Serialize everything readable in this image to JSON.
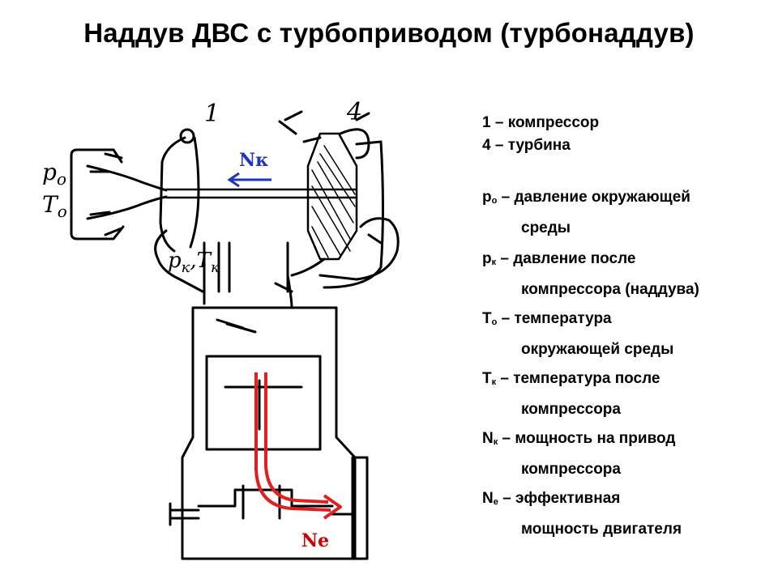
{
  "title": "Наддув ДВС с турбоприводом (турбонаддув)",
  "diagram": {
    "labels": {
      "one": "1",
      "four": "4",
      "p0": "p",
      "p0_sub": "o",
      "t0": "T",
      "t0_sub": "o",
      "pk": "p",
      "pk_sub": "к",
      "tk": "T",
      "tk_sub": "к",
      "nk": "Nк",
      "ne": "Ne"
    },
    "colors": {
      "line": "#000000",
      "arrow": "#e02020",
      "nk_text": "#2233bb",
      "ne_text": "#cc0000"
    }
  },
  "legend": [
    {
      "text": "1 – компрессор"
    },
    {
      "text": "4 – турбина"
    },
    {
      "sym": "р",
      "sub": "о",
      "text": " – давление окружающей"
    },
    {
      "text": "среды",
      "indent": true
    },
    {
      "sym": "р",
      "sub": "к",
      "text": " – давление после"
    },
    {
      "text": "компрессора (наддува)",
      "indent": true
    },
    {
      "sym": "Т",
      "sub": "о",
      "text": " – температура"
    },
    {
      "text": "окружающей среды",
      "indent": true
    },
    {
      "sym": "Т",
      "sub": "к",
      "text": " – температура после"
    },
    {
      "text": "компрессора",
      "indent": true
    },
    {
      "sym": "N",
      "sub": "к",
      "text": " – мощность на привод"
    },
    {
      "text": "компрессора",
      "indent": true
    },
    {
      "sym": "N",
      "sub": "е",
      "text": " – эффективная"
    },
    {
      "text": "мощность двигателя",
      "indent": true
    }
  ]
}
